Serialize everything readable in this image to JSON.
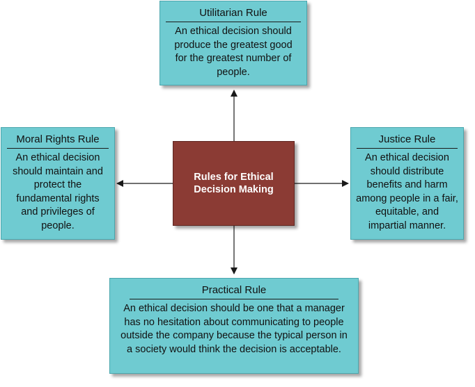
{
  "center": {
    "label": "Rules for Ethical Decision Making"
  },
  "rules": {
    "utilitarian": {
      "title": "Utilitarian Rule",
      "body": "An ethical decision should produce the greatest good for the greatest number of people."
    },
    "moral_rights": {
      "title": "Moral Rights Rule",
      "body": "An ethical decision should maintain and protect the fundamental rights and privileges of people."
    },
    "justice": {
      "title": "Justice Rule",
      "body": "An ethical decision should distribute benefits and harm among people in a fair, equitable, and impartial manner."
    },
    "practical": {
      "title": "Practical Rule",
      "body": "An ethical decision should be one that a manager has no hesitation about communicating to people outside the company because the typical person in a society would think the decision is acceptable."
    }
  },
  "colors": {
    "box_fill": "#6fcbd1",
    "center_fill": "#8b3b34",
    "arrow": "#1a1a1a"
  }
}
